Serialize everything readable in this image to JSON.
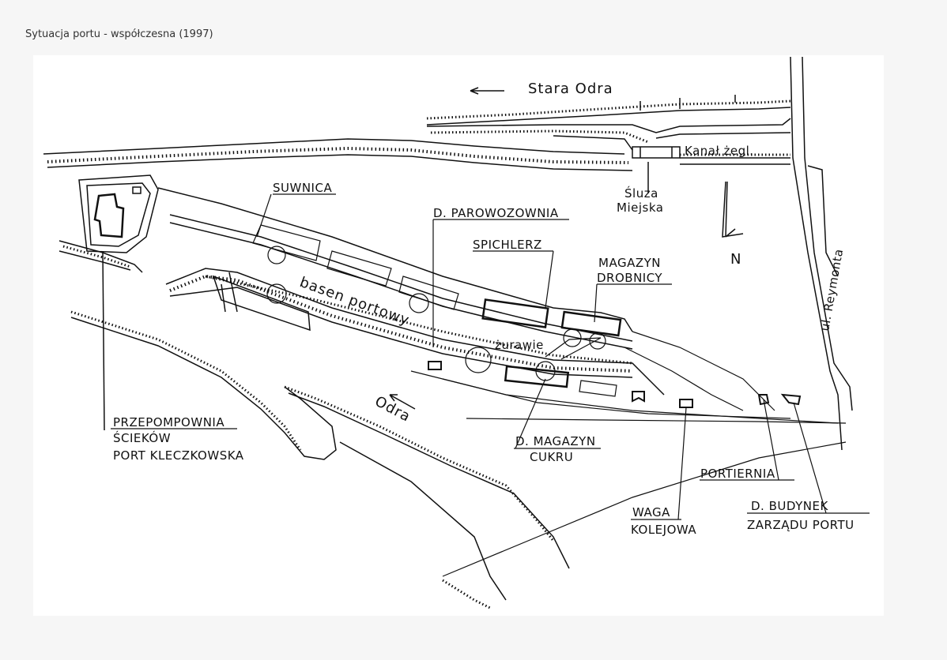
{
  "caption": "Sytuacja portu - współczesna (1997)",
  "labels": {
    "stara_odra": "Stara Odra",
    "kanal": "Kanał żegl.",
    "sluza_1": "Śluza",
    "sluza_2": "Miejska",
    "suwnica": "SUWNICA",
    "parowozownia": "D. PAROWOZOWNIA",
    "spichlerz": "SPICHLERZ",
    "magazyn_1": "MAGAZYN",
    "magazyn_2": "DROBNICY",
    "basen": "basen portowy",
    "zurawie": "żurawie",
    "odra": "Odra",
    "przepompownia_1": "PRZEPOMPOWNIA",
    "przepompownia_2": "ŚCIEKÓW",
    "przepompownia_3": "PORT KLECZKOWSKA",
    "cukru_1": "D. MAGAZYN",
    "cukru_2": "CUKRU",
    "portiernia": "PORTIERNIA",
    "waga_1": "WAGA",
    "waga_2": "KOLEJOWA",
    "zarzad_1": "D. BUDYNEK",
    "zarzad_2": "ZARZĄDU PORTU",
    "reymonta": "ul. Reymonta",
    "north": "N"
  },
  "colors": {
    "ink": "#111111",
    "paper": "#ffffff",
    "mount": "#f6f6f6"
  }
}
